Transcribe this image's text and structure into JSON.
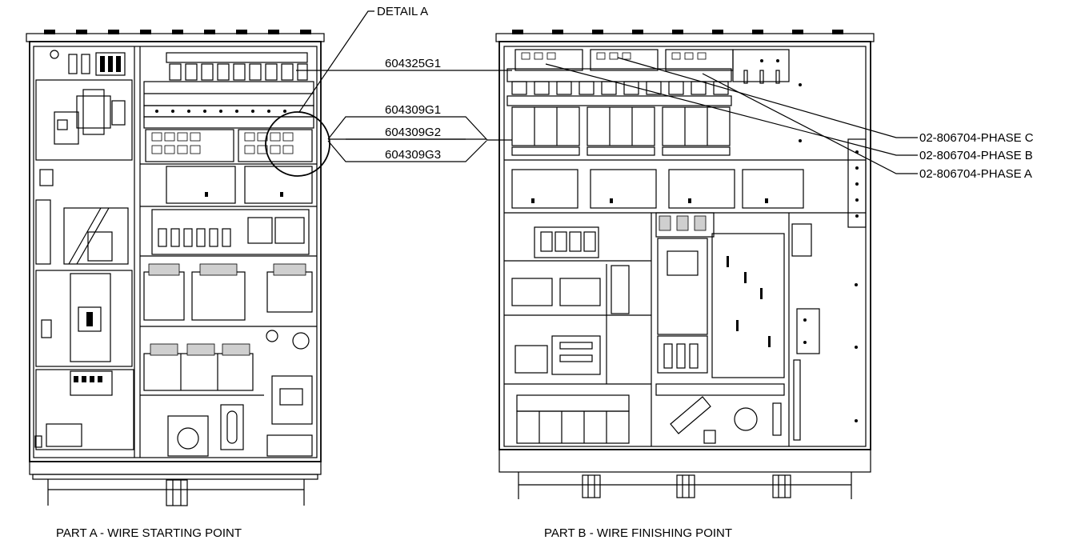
{
  "labels": {
    "detail": "DETAIL A",
    "part_604325": "604325G1",
    "part_604309_g1": "604309G1",
    "part_604309_g2": "604309G2",
    "part_604309_g3": "604309G3",
    "phase_c": "02-806704-PHASE C",
    "phase_b": "02-806704-PHASE B",
    "phase_a": "02-806704-PHASE A"
  },
  "captions": {
    "part_a": "PART A - WIRE STARTING POINT",
    "part_b": "PART B - WIRE FINISHING POINT"
  }
}
